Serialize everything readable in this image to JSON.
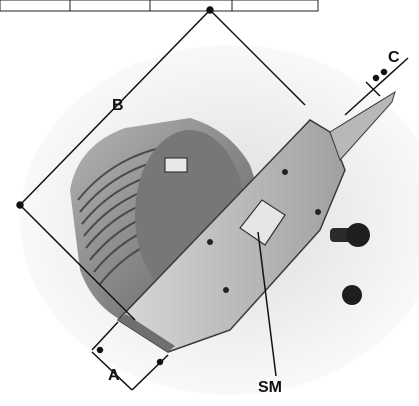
{
  "figure": {
    "labels": {
      "a": "A",
      "b": "B",
      "c": "C",
      "sm": "SM"
    },
    "colors": {
      "ink": "#111111",
      "metal_light": "#c9c9c9",
      "metal_mid": "#9e9e9e",
      "metal_dark": "#5a5a5a",
      "motor_body": "#8a8a8a"
    },
    "icons": [
      "fan-fins",
      "nameplate",
      "clamp-knob"
    ]
  }
}
